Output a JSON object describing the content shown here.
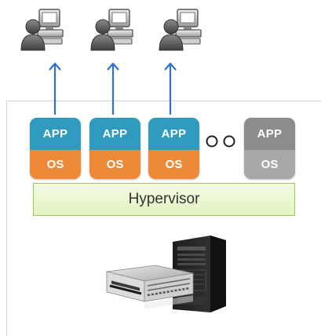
{
  "stacks": [
    {
      "app": "APP",
      "os": "OS"
    },
    {
      "app": "APP",
      "os": "OS"
    },
    {
      "app": "APP",
      "os": "OS"
    },
    {
      "app": "APP",
      "os": "OS"
    }
  ],
  "hypervisor": {
    "label": "Hypervisor"
  },
  "colors": {
    "app": "#2f9bbf",
    "os": "#ee8a37",
    "app_gray": "#8c8c8c",
    "os_gray": "#a8a8a8",
    "arrow": "#2f6fd0",
    "hypervisor_border": "#9cc55a"
  }
}
